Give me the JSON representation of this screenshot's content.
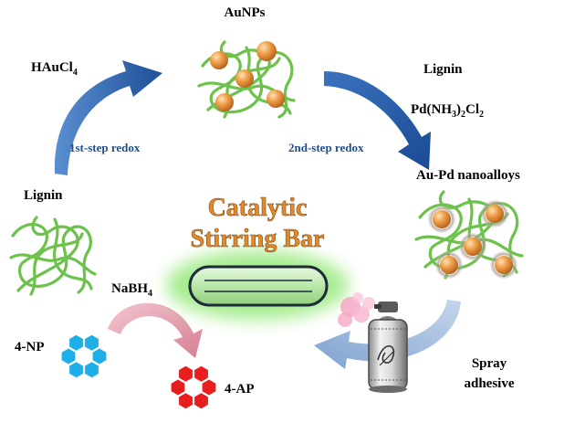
{
  "labels": {
    "aunps": "AuNPs",
    "haucl4_main": "HAuCl",
    "haucl4_sub": "4",
    "lignin_top": "Lignin",
    "pd_a": "Pd(NH",
    "pd_sub1": "3",
    "pd_b": ")",
    "pd_sub2": "2",
    "pd_c": "Cl",
    "pd_sub3": "2",
    "step1": "1st-step redox",
    "step2": "2nd-step redox",
    "aupd": "Au-Pd nanoalloys",
    "lignin_left": "Lignin",
    "title_line1": "Catalytic",
    "title_line2": "Stirring Bar",
    "nabh4_main": "NaBH",
    "nabh4_sub": "4",
    "np": "4-NP",
    "ap": "4-AP",
    "spray_line1": "Spray",
    "spray_line2": "adhesive"
  },
  "colors": {
    "fiber": "#6cc24a",
    "gold_particle": "#e8923a",
    "arrow_blue": "#2f66b3",
    "step_text": "#1f4e8c",
    "title": "#e08a2e",
    "np_hex": "#1eaee8",
    "ap_hex": "#e81e1e",
    "reduction_arrow": "#e8a6b4",
    "bar_glow": "#8fe07a"
  }
}
